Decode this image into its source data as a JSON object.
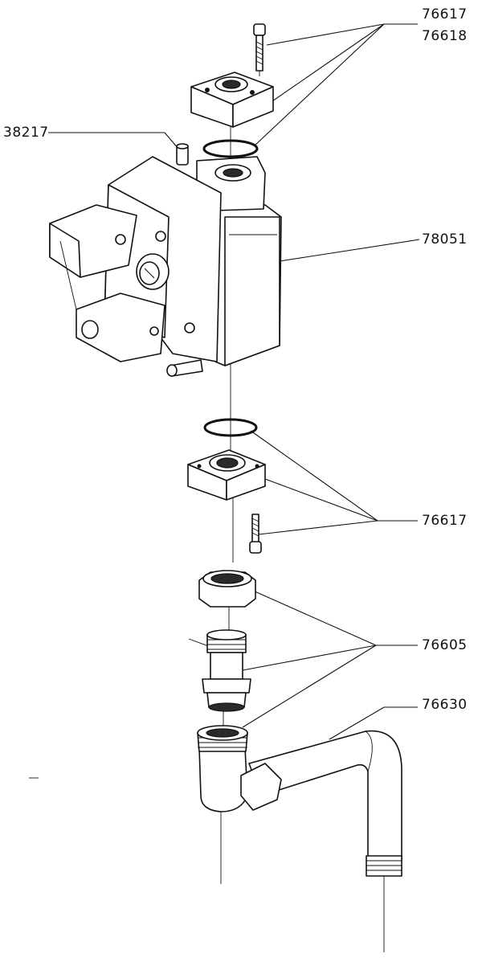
{
  "labels": {
    "l76617_top": "76617",
    "l76618": "76618",
    "l38217": "38217",
    "l78051": "78051",
    "l76617_bottom": "76617",
    "l76605": "76605",
    "l76630": "76630"
  }
}
